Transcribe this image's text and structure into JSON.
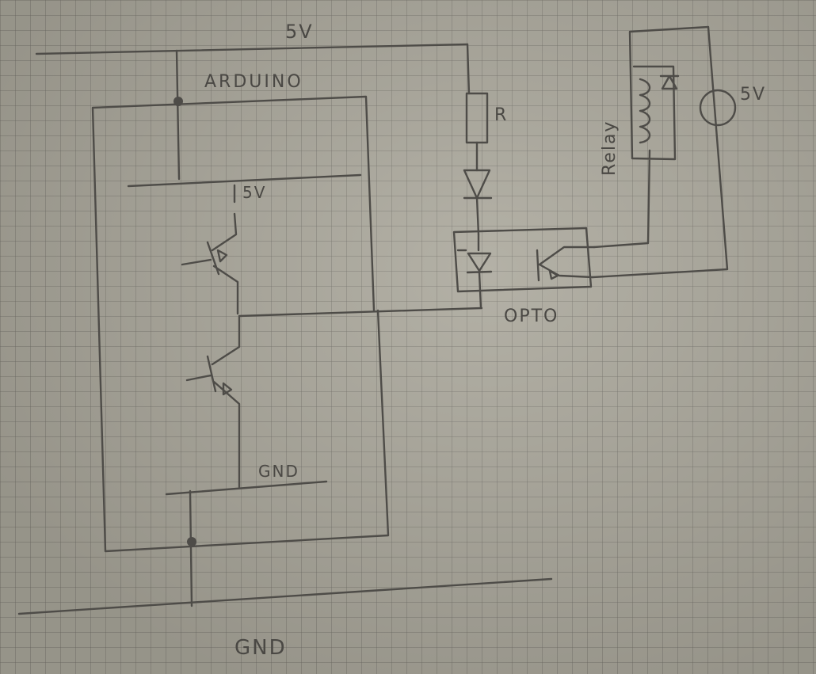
{
  "labels": {
    "top_supply": "5V",
    "arduino": "ARDUINO",
    "internal_supply": "5V",
    "resistor": "R",
    "relay": "Relay",
    "relay_supply": "5V",
    "opto": "OPTO",
    "internal_ground": "GND",
    "bottom_ground": "GND"
  }
}
